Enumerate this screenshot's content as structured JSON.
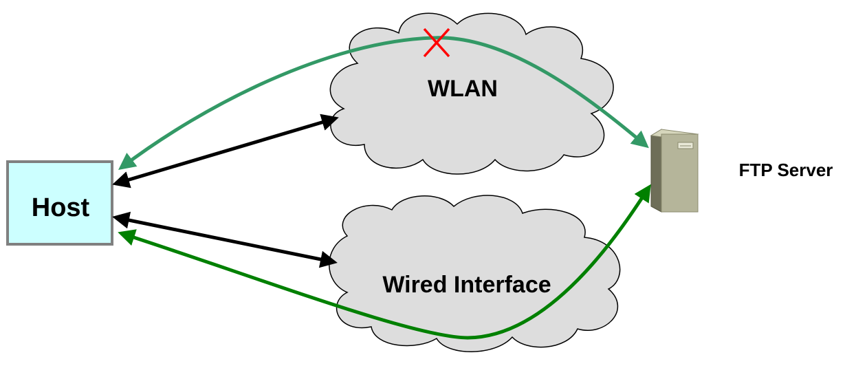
{
  "nodes": {
    "host": {
      "label": "Host"
    },
    "wlan": {
      "label": "WLAN"
    },
    "wired": {
      "label": "Wired Interface"
    },
    "ftp_server": {
      "label": "FTP Server"
    }
  },
  "colors": {
    "host_fill": "#ccffff",
    "host_border": "#808080",
    "cloud_fill": "#dddddd",
    "cloud_stroke": "#000000",
    "link_black": "#000000",
    "path_wlan": "#339966",
    "path_wired": "#008000",
    "failure_mark": "#ff0000",
    "server_body": "#b5b59a"
  },
  "icons": {
    "failure": "x-mark-icon",
    "server": "server-tower-icon"
  }
}
